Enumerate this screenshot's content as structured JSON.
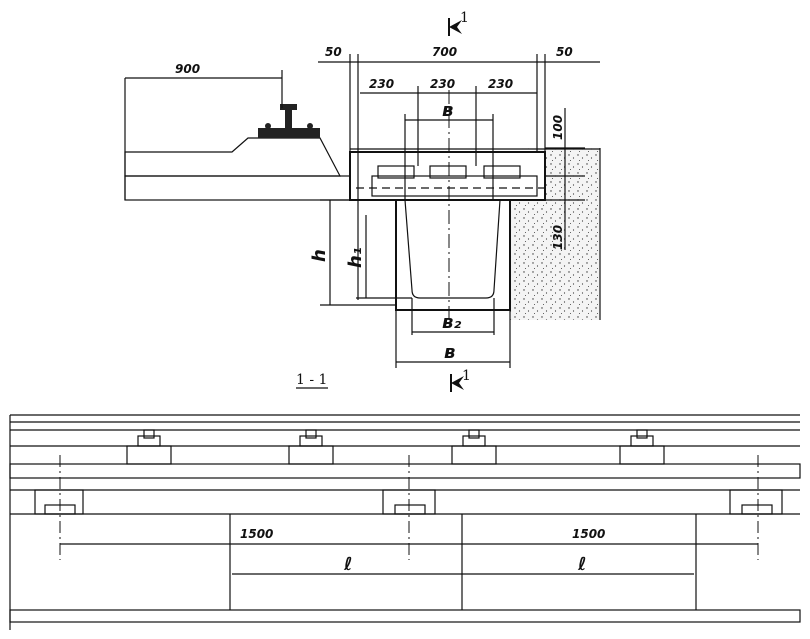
{
  "section_marks": {
    "top": "1",
    "bottom": "1",
    "section_title": "1 - 1"
  },
  "dimensions": {
    "d900": "900",
    "d50_left": "50",
    "d700": "700",
    "d50_right": "50",
    "d230_a": "230",
    "d230_b": "230",
    "d230_c": "230",
    "d100": "100",
    "d130": "130",
    "d1500_a": "1500",
    "d1500_b": "1500"
  },
  "variables": {
    "b_top": "в",
    "b2": "в₂",
    "b_bottom": "в",
    "h": "h",
    "h1": "h₁",
    "l_a": "ℓ",
    "l_b": "ℓ"
  },
  "colors": {
    "ink": "#111111",
    "fill_sand": "#f3f3f3",
    "fill_concrete": "#d9d9d9"
  }
}
